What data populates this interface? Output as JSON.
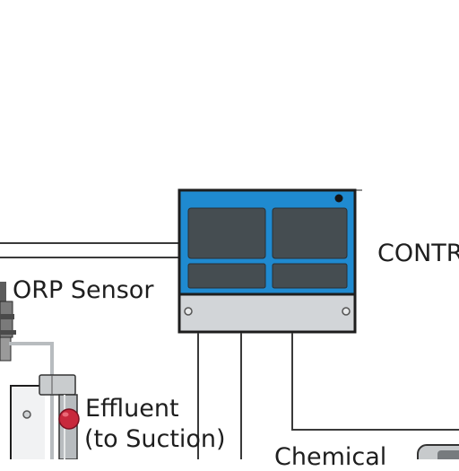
{
  "labels": {
    "controller": "CONTR",
    "orp_sensor": "ORP Sensor",
    "effluent_line1": "Effluent",
    "effluent_line2": "(to Suction)",
    "chemical": "Chemical"
  },
  "colors": {
    "controller_panel": "#1f8ad0",
    "controller_screen": "#454d51",
    "controller_base": "#d2d5d8",
    "outline": "#1d1d1d",
    "pipe": "#3a3a3a",
    "grey_pipe": "#b8bcbf",
    "valve_red": "#c8283c"
  }
}
